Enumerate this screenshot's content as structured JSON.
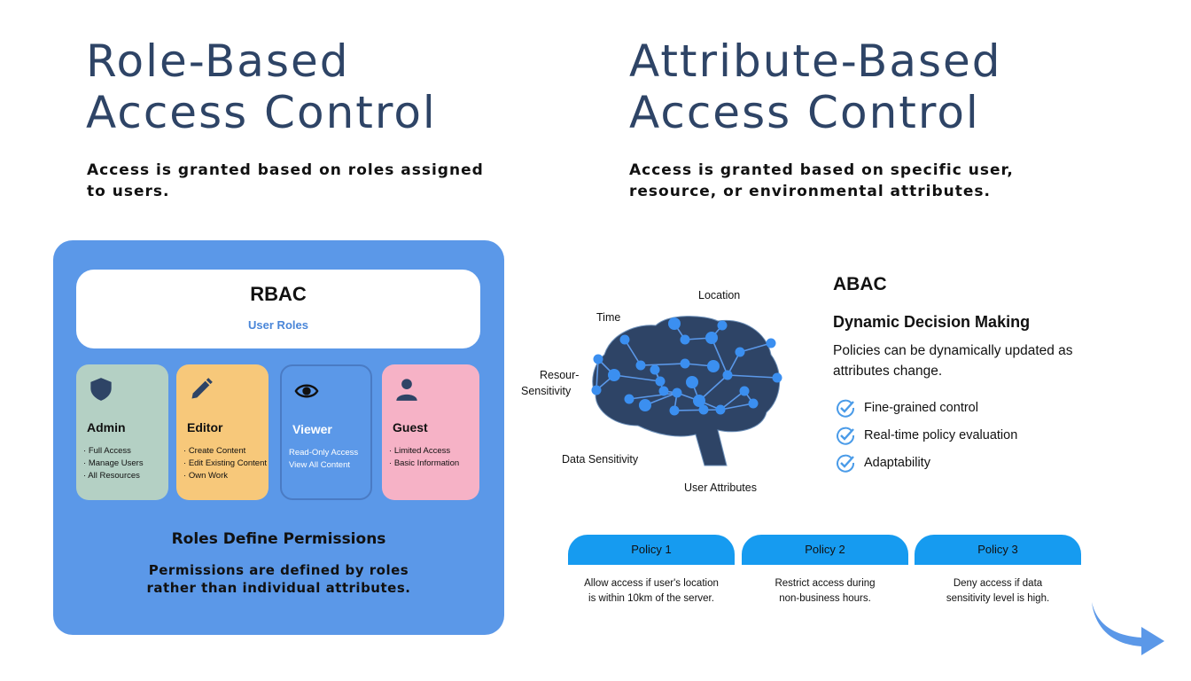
{
  "rbac": {
    "heading_line1": "Role-Based",
    "heading_line2": "Access Control",
    "description_line1": "Access is granted based on roles assigned",
    "description_line2": "to users.",
    "panel_title": "RBAC",
    "panel_subtitle": "User Roles",
    "roles": [
      {
        "name": "Admin",
        "icon": "shield-icon",
        "color": "#b4d0c4",
        "permissions": [
          "Full Access",
          "Manage Users",
          "All Resources"
        ]
      },
      {
        "name": "Editor",
        "icon": "pencil-icon",
        "color": "#f7c87a",
        "permissions": [
          "Create Content",
          "Edit Existing Content",
          "Own Work"
        ]
      },
      {
        "name": "Viewer",
        "icon": "eye-icon",
        "color": "#5b98e8",
        "permissions": [
          "Read-Only Access",
          "View All Content"
        ]
      },
      {
        "name": "Guest",
        "icon": "user-icon",
        "color": "#f6b2c6",
        "permissions": [
          "Limited Access",
          "Basic Information"
        ]
      }
    ],
    "footer_title": "Roles Define Permissions",
    "footer_desc_line1": "Permissions are defined by roles",
    "footer_desc_line2": "rather than individual attributes."
  },
  "abac": {
    "heading_line1": "Attribute-Based",
    "heading_line2": "Access Control",
    "description_line1": "Access is granted based on specific user,",
    "description_line2": "resource, or environmental attributes.",
    "brain_labels": {
      "location": "Location",
      "time": "Time",
      "resource_line1": "Resour-",
      "resource_line2": "Sensitivity",
      "data_sensitivity": "Data Sensitivity",
      "user_attributes": "User Attributes"
    },
    "title": "ABAC",
    "subtitle": "Dynamic Decision Making",
    "desc_line1": "Policies can be dynamically updated as",
    "desc_line2": "attributes change.",
    "features": [
      "Fine-grained control",
      "Real-time policy evaluation",
      "Adaptability"
    ],
    "policies": [
      {
        "label": "Policy 1",
        "line1": "Allow access if user's location",
        "line2": "is within 10km of the server."
      },
      {
        "label": "Policy 2",
        "line1": "Restrict access during",
        "line2": "non-business hours."
      },
      {
        "label": "Policy 3",
        "line1": "Deny access if data",
        "line2": "sensitivity level is high."
      }
    ]
  },
  "colors": {
    "heading": "#2e4466",
    "rbac_panel": "#5b98e8",
    "policy_tab": "#169bf0",
    "brain": "#2e4466",
    "node": "#3b8ff0"
  }
}
